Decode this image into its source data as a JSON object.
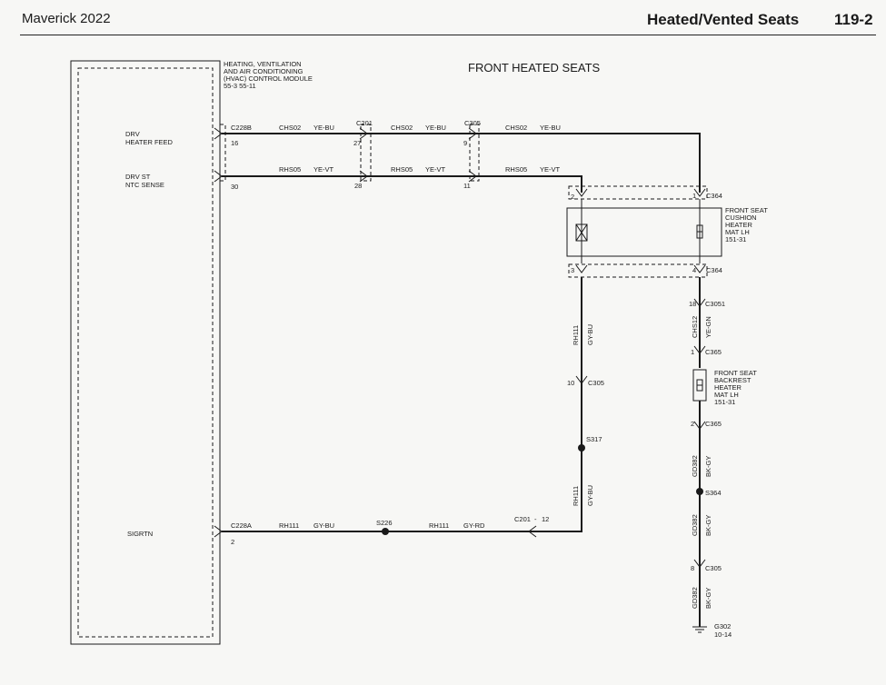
{
  "header": {
    "left": "Maverick 2022",
    "title": "Heated/Vented Seats",
    "page": "119-2"
  },
  "diagram_title": "FRONT HEATED SEATS",
  "module": {
    "name_lines": [
      "HEATING, VENTILATION",
      "AND AIR CONDITIONING",
      "(HVAC) CONTROL MODULE",
      "55-3    55-11"
    ],
    "pins": [
      {
        "label_lines": [
          "DRV",
          "HEATER FEED"
        ],
        "connector": "C228B",
        "pin": "16"
      },
      {
        "label_lines": [
          "DRV ST",
          "NTC SENSE"
        ],
        "connector": "",
        "pin": "30"
      },
      {
        "label_lines": [
          "SIGRTN"
        ],
        "connector": "C228A",
        "pin": "2"
      }
    ]
  },
  "wires": {
    "feed": [
      {
        "circuit": "CHS02",
        "color": "YE-BU"
      },
      {
        "circuit": "CHS02",
        "color": "YE-BU"
      },
      {
        "circuit": "CHS02",
        "color": "YE-BU"
      }
    ],
    "sense": [
      {
        "circuit": "RHS05",
        "color": "YE-VT"
      },
      {
        "circuit": "RHS05",
        "color": "YE-VT"
      },
      {
        "circuit": "RHS05",
        "color": "YE-VT"
      }
    ],
    "sigrtn": [
      {
        "circuit": "RH111",
        "color": "GY-BU"
      },
      {
        "circuit": "RH111",
        "color": "GY-RD"
      }
    ],
    "vertical_rh111_upper": {
      "circuit": "RH111",
      "color": "GY-BU"
    },
    "vertical_rh111_lower": {
      "circuit": "RH111",
      "color": "GY-BU"
    },
    "vertical_chs12": {
      "circuit": "CHS12",
      "color": "YE-GN"
    },
    "vertical_gd382_a": {
      "circuit": "GD382",
      "color": "BK-GY"
    },
    "vertical_gd382_b": {
      "circuit": "GD382",
      "color": "BK-GY"
    },
    "vertical_gd382_c": {
      "circuit": "GD382",
      "color": "BK-GY"
    }
  },
  "connectors": {
    "c201_top": {
      "name": "C201",
      "pin_feed": "27",
      "pin_sense": "28"
    },
    "c305_top": {
      "name": "C305",
      "pin_feed": "9",
      "pin_sense": "11"
    },
    "c364_top": {
      "name": "C364",
      "pin_left": "2",
      "pin_right": "1"
    },
    "c364_bottom": {
      "name": "C364",
      "pin_left": "3",
      "pin_right": "4"
    },
    "c3051": {
      "name": "C3051",
      "pin": "18"
    },
    "c365_top": {
      "name": "C365",
      "pin": "1"
    },
    "c365_bottom": {
      "name": "C365",
      "pin": "2"
    },
    "c305_mid": {
      "name": "C305",
      "pin": "10"
    },
    "c201_bottom": {
      "name": "C201",
      "pin": "12",
      "sep": "-"
    },
    "c305_low": {
      "name": "C305",
      "pin": "8"
    }
  },
  "splices": {
    "s317": "S317",
    "s226": "S226",
    "s364": "S364"
  },
  "components": {
    "cushion_heater": {
      "lines": [
        "FRONT SEAT",
        "CUSHION",
        "HEATER",
        "MAT LH",
        "151-31"
      ]
    },
    "backrest_heater": {
      "lines": [
        "FRONT SEAT",
        "BACKREST",
        "HEATER",
        "MAT LH",
        "151-31"
      ]
    }
  },
  "ground": {
    "name": "G302",
    "ref": "10-14"
  }
}
